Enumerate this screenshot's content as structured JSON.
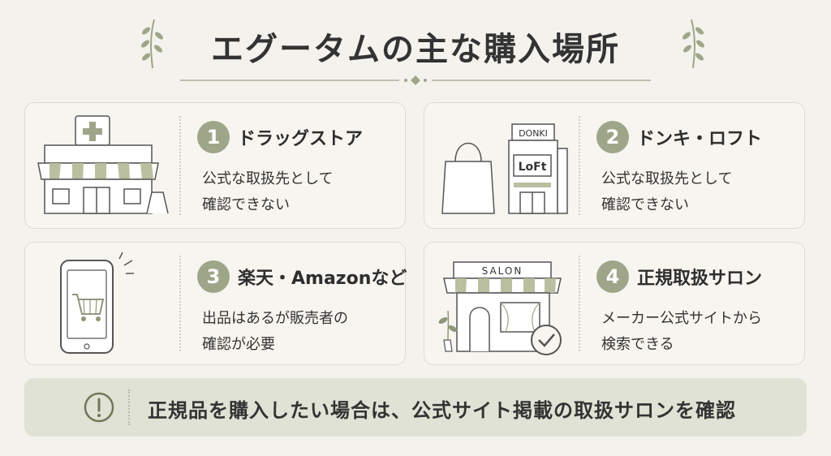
{
  "title": "エグータムの主な購入場所",
  "cards": [
    {
      "number": "1",
      "title": "ドラッグストア",
      "desc_line1": "公式な取扱先として",
      "desc_line2": "確認できない",
      "icon": "drugstore-icon"
    },
    {
      "number": "2",
      "title": "ドンキ・ロフト",
      "desc_line1": "公式な取扱先として",
      "desc_line2": "確認できない",
      "icon": "shopping-bag-store-icon",
      "store_sign1": "DONKI",
      "store_sign2": "LoFt"
    },
    {
      "number": "3",
      "title": "楽天・Amazonなど",
      "desc_line1": "出品はあるが販売者の",
      "desc_line2": "確認が必要",
      "icon": "smartphone-cart-icon"
    },
    {
      "number": "4",
      "title": "正規取扱サロン",
      "desc_line1": "メーカー公式サイトから",
      "desc_line2": "検索できる",
      "icon": "salon-check-icon",
      "store_sign": "SALON"
    }
  ],
  "notice": {
    "text": "正規品を購入したい場合は、公式サイト掲載の取扱サロンを確認",
    "icon": "exclamation-icon"
  },
  "colors": {
    "accent": "#9ea68a",
    "background": "#f4f2ec",
    "card": "#f7f5ef",
    "notice_bg": "#dfe2d4"
  }
}
